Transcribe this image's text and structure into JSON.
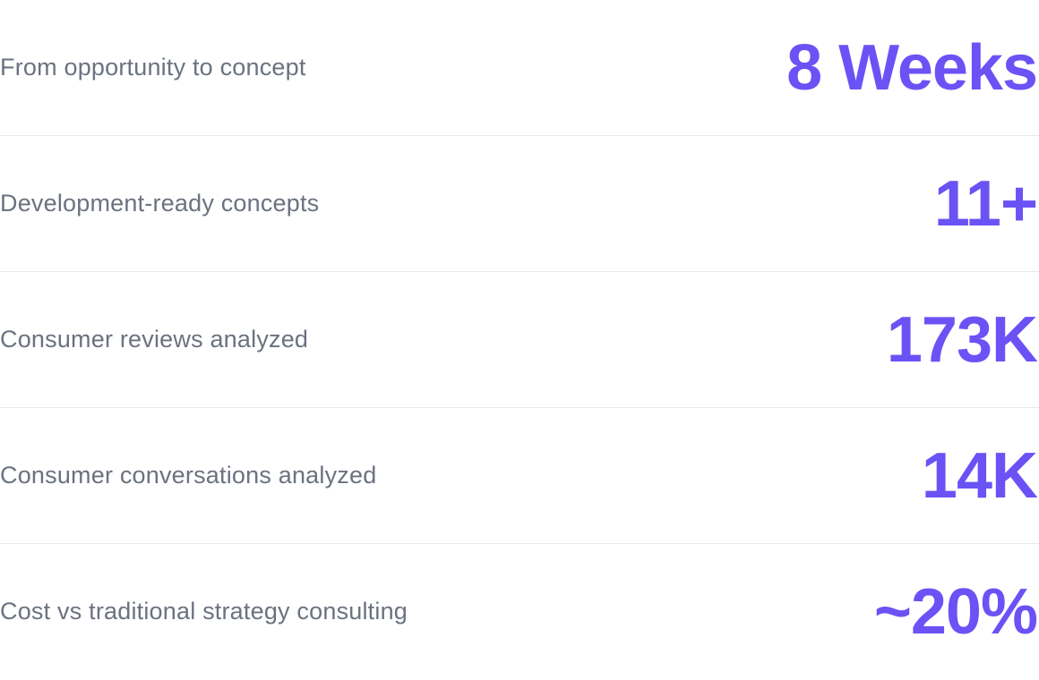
{
  "colors": {
    "accent": "#6b52f5",
    "label": "#6b7280",
    "divider": "#e5e7eb"
  },
  "stats": [
    {
      "label": "From opportunity to concept",
      "value": "8 Weeks"
    },
    {
      "label": "Development-ready concepts",
      "value": "11+"
    },
    {
      "label": "Consumer reviews analyzed",
      "value": "173K"
    },
    {
      "label": "Consumer conversations analyzed",
      "value": "14K"
    },
    {
      "label": "Cost vs traditional strategy consulting",
      "value": "~20%"
    }
  ]
}
